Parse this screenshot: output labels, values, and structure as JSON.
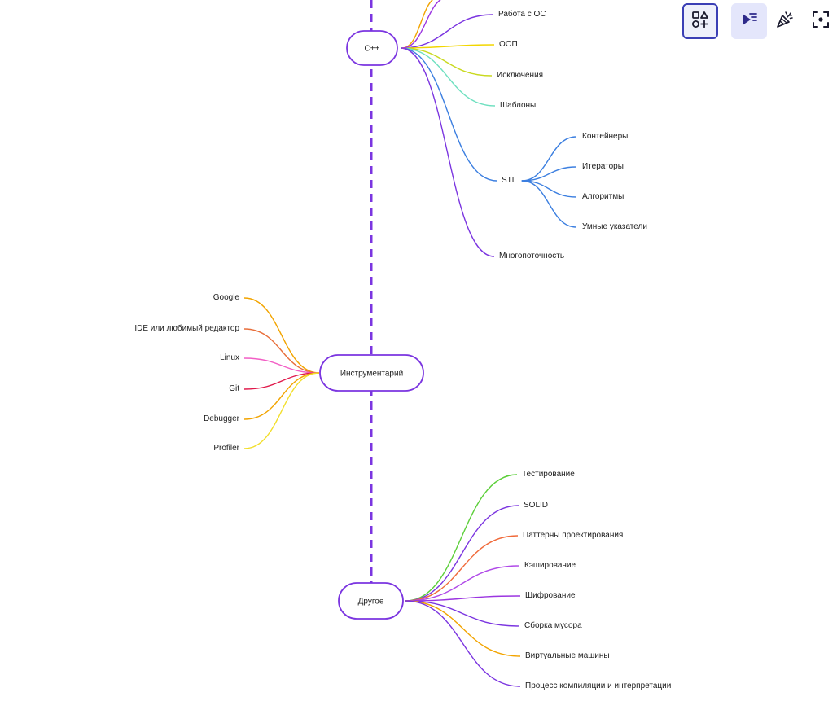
{
  "toolbar": {
    "shapes_icon": "shapes-icon",
    "select_icon": "select-pointer-icon",
    "celebrate_icon": "party-popper-icon",
    "focus_icon": "focus-frame-icon",
    "accent_color": "#3b3fb5"
  },
  "trunk": {
    "color": "#7b35e0"
  },
  "hubs": [
    {
      "id": "cpp",
      "label": "C++",
      "border_color": "#7b35e0",
      "children": [
        {
          "label": "Работа с ОС",
          "color": "#7b35e0"
        },
        {
          "label": "ООП",
          "color": "#f2d600"
        },
        {
          "label": "Исключения",
          "color": "#c9d91f"
        },
        {
          "label": "Шаблоны",
          "color": "#6fe0c0"
        },
        {
          "label": "STL",
          "color": "#3c7fe0",
          "children": [
            {
              "label": "Контейнеры",
              "color": "#3c7fe0"
            },
            {
              "label": "Итераторы",
              "color": "#3c7fe0"
            },
            {
              "label": "Алгоритмы",
              "color": "#3c7fe0"
            },
            {
              "label": "Умные указатели",
              "color": "#3c7fe0"
            }
          ]
        },
        {
          "label": "Многопоточность",
          "color": "#7b35e0"
        }
      ],
      "offscreen_branch_colors": [
        "#f2a400",
        "#9b35e0"
      ]
    },
    {
      "id": "tools",
      "label": "Инструментарий",
      "border_color": "#7b35e0",
      "children": [
        {
          "label": "Google",
          "color": "#f2a400"
        },
        {
          "label": "IDE или любимый редактор",
          "color": "#e86e3a"
        },
        {
          "label": "Linux",
          "color": "#f25ec5"
        },
        {
          "label": "Git",
          "color": "#e0184a"
        },
        {
          "label": "Debugger",
          "color": "#f2a400"
        },
        {
          "label": "Profiler",
          "color": "#f2de2a"
        }
      ]
    },
    {
      "id": "other",
      "label": "Другое",
      "border_color": "#7b35e0",
      "children": [
        {
          "label": "Тестирование",
          "color": "#5ccf3a"
        },
        {
          "label": "SOLID",
          "color": "#7b35e0"
        },
        {
          "label": "Паттерны проектирования",
          "color": "#f06a3a"
        },
        {
          "label": "Кэширование",
          "color": "#b04ae8"
        },
        {
          "label": "Шифрование",
          "color": "#9b35e0"
        },
        {
          "label": "Сборка мусора",
          "color": "#7b35e0"
        },
        {
          "label": "Виртуальные машины",
          "color": "#f2a400"
        },
        {
          "label": "Процесс компиляции и интерпретации",
          "color": "#7b35e0"
        }
      ]
    }
  ]
}
